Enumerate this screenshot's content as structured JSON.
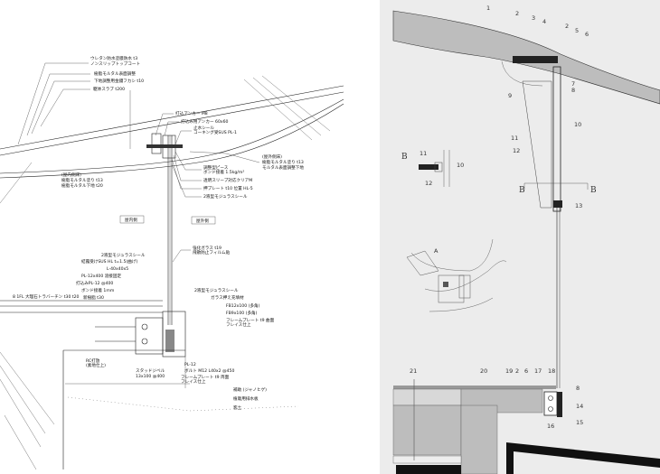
{
  "left_drawing": {
    "title": "Glass wall base detail (section)",
    "labels": {
      "roof1": "ウレタン防水塗膜防水 t3",
      "roof2": "ノンスリップトップコート",
      "roof3": "樹脂モルタル表面調整",
      "roof4": "下地調整用金鏝フカシ t10",
      "roof5": "躯体スラブ t200",
      "anchor1": "打込アンカー M8",
      "anchor2": "打込み用アンカー 60x60",
      "seal1a": "止水シール",
      "seal1b": "コーキング受SUS PL-1",
      "inner_floor_a": "(屋内側床)",
      "inner_floor_b": "樹脂モルタル塗り t13",
      "inner_floor_c": "樹脂モルタル下地 t20",
      "outer_floor_a": "(屋外側床)",
      "outer_floor_b": "樹脂モルタル塗り t13",
      "outer_floor_c": "モルタル表面調整下地",
      "piece_a": "調整型ピース",
      "piece_b": "ボンド接着 1.5kg/m²",
      "sleeve": "透明スリーブ対応クリアM",
      "plate": "押プレート t10 位置  HL-5",
      "seal2": "2液型モジュラスシール",
      "indoor": "屋内側",
      "outdoor": "屋外側",
      "glass_a": "強化ガラス t19",
      "glass_b": "飛散防止フィルム貼",
      "seal3": "2液型モジュラスシール",
      "sus": "結露受けSUS HL  t=1.5(曲げ)",
      "angle": "L-40x40x5",
      "pl1": "PL-12x400 溶接固定",
      "pl2": "打込みPL-12 @400",
      "bond": "ボンド接着 1mm",
      "resin": "新樹脂 t30",
      "fl": "8  1FL  大理石トラバーチン t30 t20",
      "seal4": "2液型モジュラスシール",
      "filler": "ガラス押え充填材",
      "fb1": "FB12x100 (多角)",
      "fb2": "FB9x100 (多角)",
      "frame1a": "フレームプレート t9 曲面",
      "frame1b": "フレイス仕上",
      "rc_a": "RC打放",
      "rc_b": "(素地仕上)",
      "pl12": "PL-12",
      "bolt": "ボルト M12  L40x2  @450",
      "stud_a": "スタッドジベル",
      "stud_b": "13x100 @400",
      "frame2a": "フレームプレート t9 両面",
      "frame2b": "フレイス仕上",
      "plant1": "補助 (ジャノヒゲ)",
      "plant2": "植栽用排水板",
      "plant3": "客土"
    }
  },
  "right_drawing": {
    "callouts": [
      "1",
      "2",
      "3",
      "4",
      "2",
      "5",
      "6",
      "7",
      "8",
      "9",
      "10",
      "11",
      "12",
      "13",
      "8",
      "14",
      "15",
      "16",
      "17",
      "18",
      "6",
      "2",
      "19",
      "20",
      "21"
    ],
    "section_marks": {
      "b_left": "B",
      "b_right": "B",
      "b_inset": "B",
      "key_a": "A"
    },
    "inset_callouts": [
      "11",
      "12",
      "10"
    ]
  },
  "colors": {
    "concrete": "#bdbdbd",
    "panel_bg": "#ececec",
    "steel": "#222222"
  }
}
